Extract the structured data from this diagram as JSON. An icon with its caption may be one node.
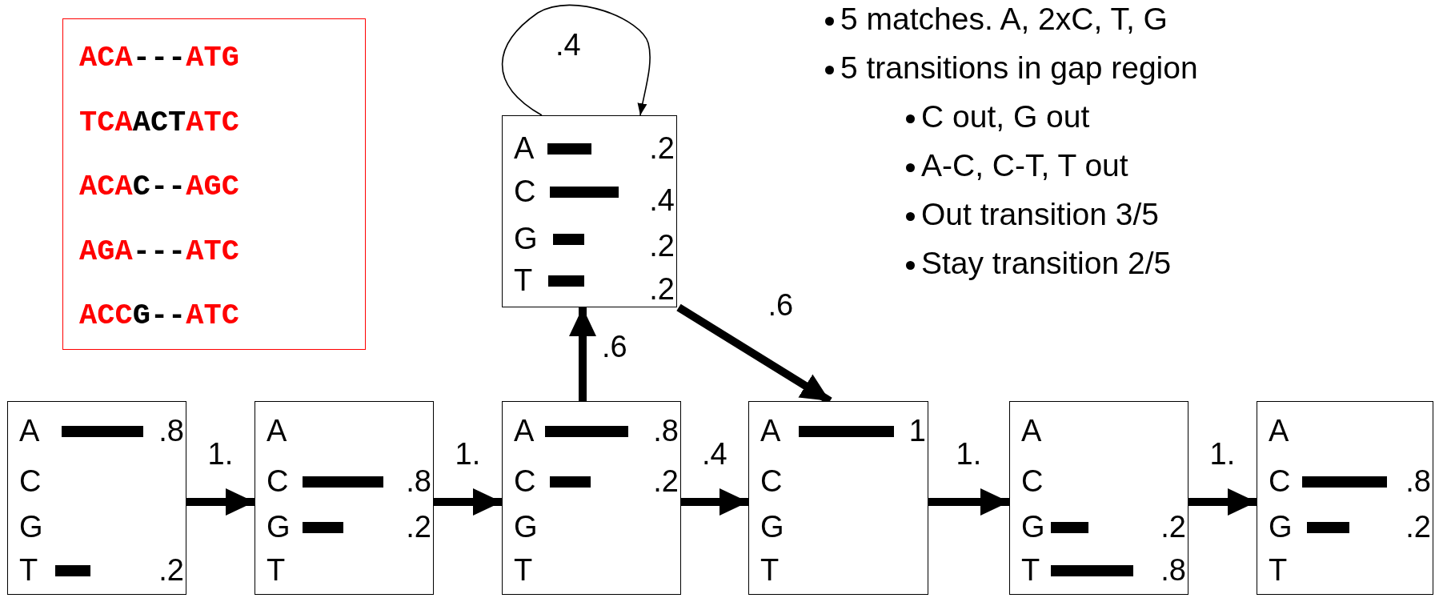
{
  "diagram": {
    "nodes": [
      {
        "text": [
          "ACA---ATG",
          "TCAACTATC",
          "ACAC--AGC",
          "AGA---ATC",
          "ACCG--ATC"
        ]
      },
      {
        "text": [
          "A",
          "C",
          "G",
          "T",
          ".2",
          ".4",
          ".2",
          ".2"
        ]
      },
      {
        "text": [
          "A",
          "C",
          "G",
          "T",
          ".8",
          ".2"
        ]
      },
      {
        "text": [
          "A",
          "C",
          "G",
          "T",
          ".8",
          ".2"
        ]
      },
      {
        "text": [
          "A",
          "C",
          "G",
          "T",
          ".8",
          ".2"
        ]
      },
      {
        "text": [
          "A",
          "C",
          "G",
          "T",
          "1"
        ]
      },
      {
        "text": [
          "A",
          "C",
          "G",
          "T",
          ".2",
          ".8"
        ]
      },
      {
        "text": [
          "A",
          "C",
          "G",
          "T",
          ".8",
          ".2"
        ]
      }
    ],
    "edges": [
      {
        "from": 1,
        "to": 1,
        "arrow": "to",
        "label": ".4"
      },
      {
        "from": 4,
        "to": 1,
        "arrow": "to",
        "label": ".6"
      },
      {
        "from": 1,
        "to": 5,
        "arrow": "to",
        "label": ".6"
      },
      {
        "from": 2,
        "to": 3,
        "arrow": "to",
        "label": "1."
      },
      {
        "from": 3,
        "to": 4,
        "arrow": "to",
        "label": "1."
      },
      {
        "from": 4,
        "to": 5,
        "arrow": "to",
        "label": ".4"
      },
      {
        "from": 5,
        "to": 6,
        "arrow": "to",
        "label": "1."
      },
      {
        "from": 6,
        "to": 7,
        "arrow": "to",
        "label": "1."
      }
    ],
    "labels": [
      "5 matches. A, 2xC, T, G",
      "5 transitions in gap region",
      "C out, G out",
      "A-C, C-T, T out",
      "Out transition 3/5",
      "Stay transition 2/5"
    ]
  }
}
